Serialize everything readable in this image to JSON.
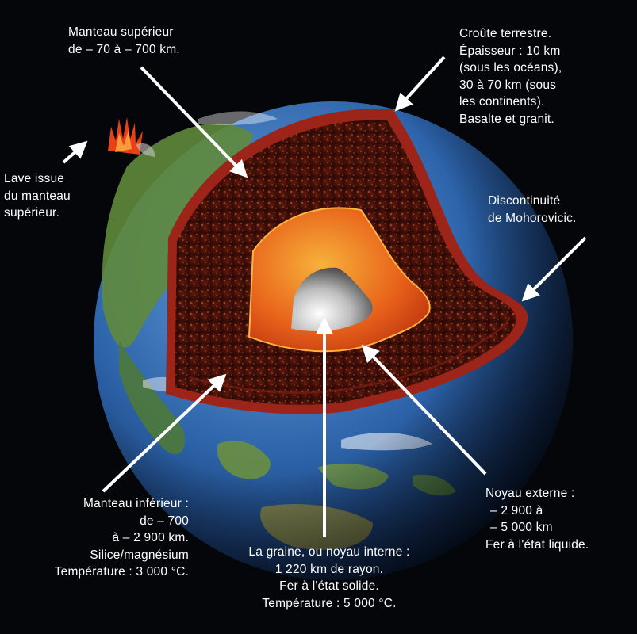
{
  "labels": {
    "upper_mantle": [
      "Manteau supérieur",
      "de – 70 à – 700 km."
    ],
    "crust": [
      "Croûte terrestre.",
      "Épaisseur : 10 km",
      "(sous les océans),",
      "30 à 70 km (sous",
      "les continents).",
      "Basalte et granit."
    ],
    "lava": [
      "Lave issue",
      "du manteau",
      "supérieur."
    ],
    "moho": [
      "Discontinuité",
      "de Mohorovicic."
    ],
    "lower_mantle": [
      "Manteau inférieur :",
      "de – 700",
      "à – 2 900 km.",
      "Silice/magnésium",
      "Température : 3 000 °C."
    ],
    "outer_core": [
      "Noyau externe :",
      "– 2 900  à",
      "– 5 000 km",
      "Fer à l'état liquide."
    ],
    "inner_core": [
      "La graine, ou noyau interne :",
      "1 220 km de rayon.",
      "Fer à l'état solide.",
      "Température : 5 000 °C."
    ]
  },
  "colors": {
    "background": "#050609",
    "ocean": "#2c62a8",
    "land": "#5f8a3c",
    "crust": "#9c2418",
    "mantle": "#3a0c07",
    "outer_core": "#e8611a",
    "inner_core": "#c9c9c9",
    "arrow": "#ffffff"
  }
}
